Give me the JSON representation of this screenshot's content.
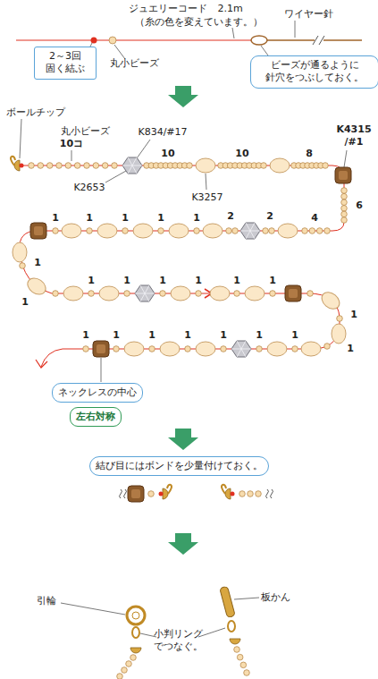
{
  "diagram": {
    "nodes": [
      {
        "text": [
          "2～3回 固く結ぶ"
        ]
      },
      {
        "text": [
          "ビーズが通るように 針穴をつぶしておく。"
        ]
      },
      {
        "text": [
          "ネックレスの中心"
        ]
      },
      {
        "text": [
          "左右対称"
        ]
      },
      {
        "text": [
          "結び目にはボンドを少量付けておく。"
        ]
      }
    ],
    "labels": [
      "ジュエリーコード　2.1m",
      "（糸の色を変えています。）",
      "ワイヤー針",
      "丸小ビーズ",
      "ボールチップ",
      "丸小ビーズ",
      "10コ",
      "K834/#17",
      "K2653",
      "10",
      "10",
      "K3257",
      "8",
      "K4315 /#1",
      "6",
      "1",
      "1",
      "1",
      "1",
      "1",
      "2",
      "2",
      "4",
      "1",
      "1",
      "1",
      "1",
      "1",
      "1",
      "1",
      "1",
      "1",
      "1",
      "1",
      "1",
      "1",
      "1",
      "1",
      "1",
      "1",
      "引輪",
      "小判リング でつなぐ。",
      "板かん"
    ]
  }
}
